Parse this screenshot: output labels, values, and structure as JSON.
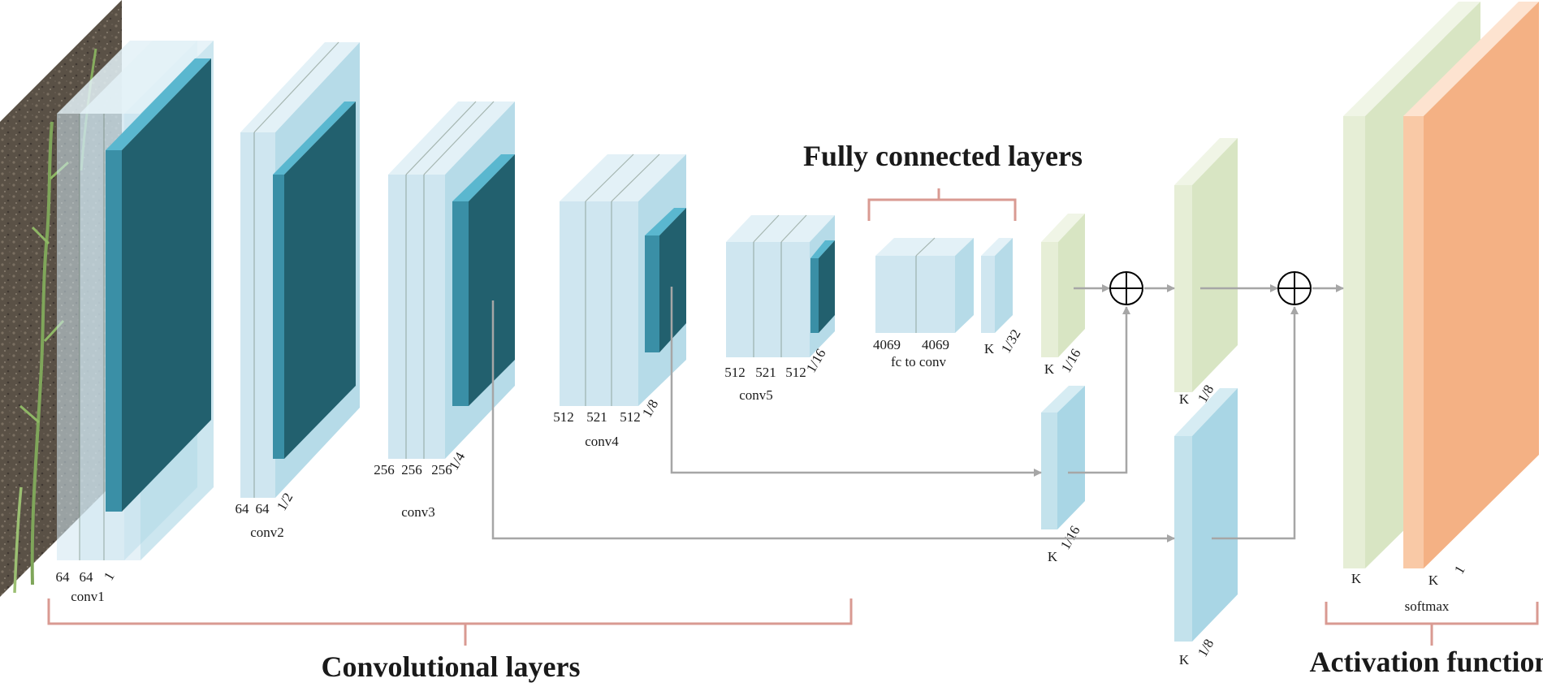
{
  "colors": {
    "layer_light": "#cfe6f0",
    "layer_mid": "#a9d4e4",
    "feature_dark": "#22606e",
    "feature_side": "#3a8fa6",
    "score_green": "#dfe9cf",
    "score_blue": "#a9d6e5",
    "softmax_orange": "#f4b184",
    "bracket": "#d99a92",
    "arrow": "#a6a6a6"
  },
  "section_titles": {
    "fully_connected": "Fully connected layers",
    "convolutional": "Convolutional layers",
    "activation": "Activation function"
  },
  "labels": {
    "conv1": {
      "name": "conv1",
      "ch1": "64",
      "ch2": "64",
      "scale": "1"
    },
    "conv2": {
      "name": "conv2",
      "ch1": "64",
      "ch2": "64",
      "scale": "1/2"
    },
    "conv3": {
      "name": "conv3",
      "ch1": "256",
      "ch2": "256",
      "ch3": "256",
      "scale": "1/4"
    },
    "conv4": {
      "name": "conv4",
      "ch1": "512",
      "ch2": "521",
      "ch3": "512",
      "scale": "1/8"
    },
    "conv5": {
      "name": "conv5",
      "ch1": "512",
      "ch2": "521",
      "ch3": "512",
      "scale": "1/16"
    },
    "fc": {
      "name": "fc to conv",
      "ch1": "4069",
      "ch2": "4069",
      "k": "K",
      "scale": "1/32"
    },
    "score_a": {
      "k": "K",
      "scale": "1/16"
    },
    "score_b": {
      "k": "K",
      "scale": "1/8"
    },
    "pool4": {
      "k": "K",
      "scale": "1/16"
    },
    "pool3": {
      "k": "K",
      "scale": "1/8"
    },
    "out": {
      "k1": "K",
      "k2": "K",
      "scale": "1",
      "name": "softmax"
    }
  }
}
